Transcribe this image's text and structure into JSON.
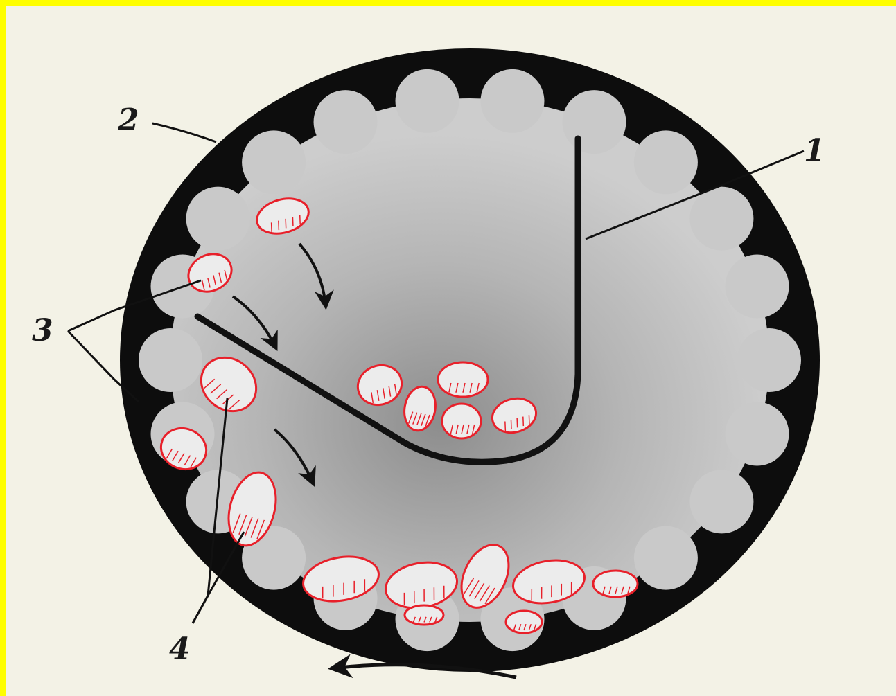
{
  "figure": {
    "labels": {
      "part_1": "1",
      "part_2": "2",
      "part_3": "3",
      "part_4": "4"
    },
    "colors": {
      "frame": "#fefe00",
      "paper": "#f3f2e6",
      "drum": "#0d0d0d",
      "interior": "#c7c7c7",
      "seed_outline": "#e8202a",
      "seed_fill": "#ececec",
      "ink": "#1a1a1a"
    },
    "icons": [
      "rotation-arrow-icon",
      "flow-arrow-icon"
    ]
  }
}
